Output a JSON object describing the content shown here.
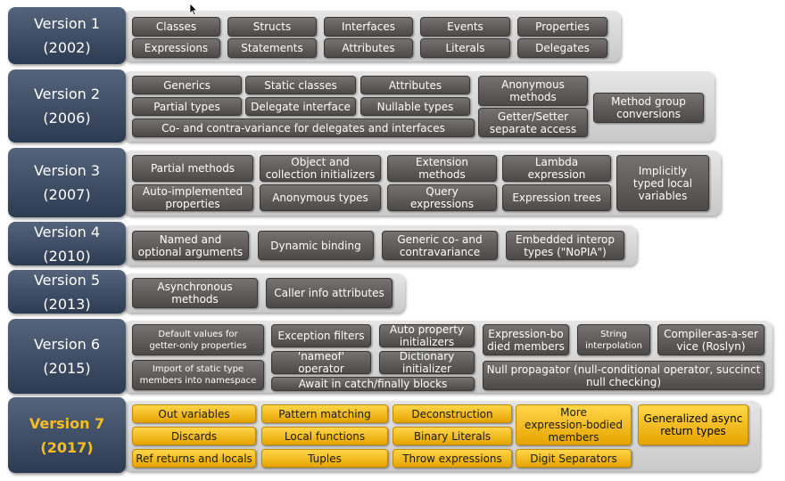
{
  "versions": [
    {
      "name": "Version 1",
      "year": "(2002)",
      "features": [
        "Classes",
        "Structs",
        "Interfaces",
        "Events",
        "Properties",
        "Expressions",
        "Statements",
        "Attributes",
        "Literals",
        "Delegates"
      ]
    },
    {
      "name": "Version 2",
      "year": "(2006)",
      "features": [
        "Generics",
        "Static classes",
        "Attributes",
        "Anonymous\nmethods",
        "Partial types",
        "Delegate interface",
        "Nullable types",
        "Getter/Setter\nseparate access",
        "Method group\nconversions",
        "Co- and contra-variance for delegates and interfaces"
      ]
    },
    {
      "name": "Version 3",
      "year": "(2007)",
      "features": [
        "Partial methods",
        "Object and\ncollection initializers",
        "Extension\nmethods",
        "Lambda\nexpression",
        "Implicitly\ntyped local\nvariables",
        "Auto-implemented\nproperties",
        "Anonymous types",
        "Query\nexpressions",
        "Expression trees"
      ]
    },
    {
      "name": "Version 4",
      "year": "(2010)",
      "features": [
        "Named and\noptional arguments",
        "Dynamic binding",
        "Generic co- and\ncontravariance",
        "Embedded interop\ntypes (\"NoPIA\")"
      ]
    },
    {
      "name": "Version 5",
      "year": "(2013)",
      "features": [
        "Asynchronous\nmethods",
        "Caller info attributes"
      ]
    },
    {
      "name": "Version 6",
      "year": "(2015)",
      "features": [
        "Default values for\ngetter-only properties",
        "Exception filters",
        "Auto property\ninitializers",
        "Expression-bo\ndied members",
        "String\ninterpolation",
        "Compiler-as-a-ser\nvice (Roslyn)",
        "Import of static type\nmembers into namespace",
        "'nameof'\noperator",
        "Dictionary\ninitializer",
        "Null propagator (null-conditional operator, succinct\nnull checking)",
        "Await in catch/finally blocks"
      ]
    },
    {
      "name": "Version 7",
      "year": "(2017)",
      "features": [
        "Out variables",
        "Pattern matching",
        "Deconstruction",
        "More\nexpression-bodied\nmembers",
        "Generalized async\nreturn types",
        "Discards",
        "Local functions",
        "Binary Literals",
        "Ref returns and locals",
        "Tuples",
        "Throw expressions",
        "Digit Separators"
      ]
    }
  ],
  "colors": {
    "label_bg": "#3a4960",
    "band_bg": "#d6d6d6",
    "feature_box": "#5e5b5a",
    "highlight_box": "#f2b705",
    "highlight_text": "#f6be1f"
  }
}
